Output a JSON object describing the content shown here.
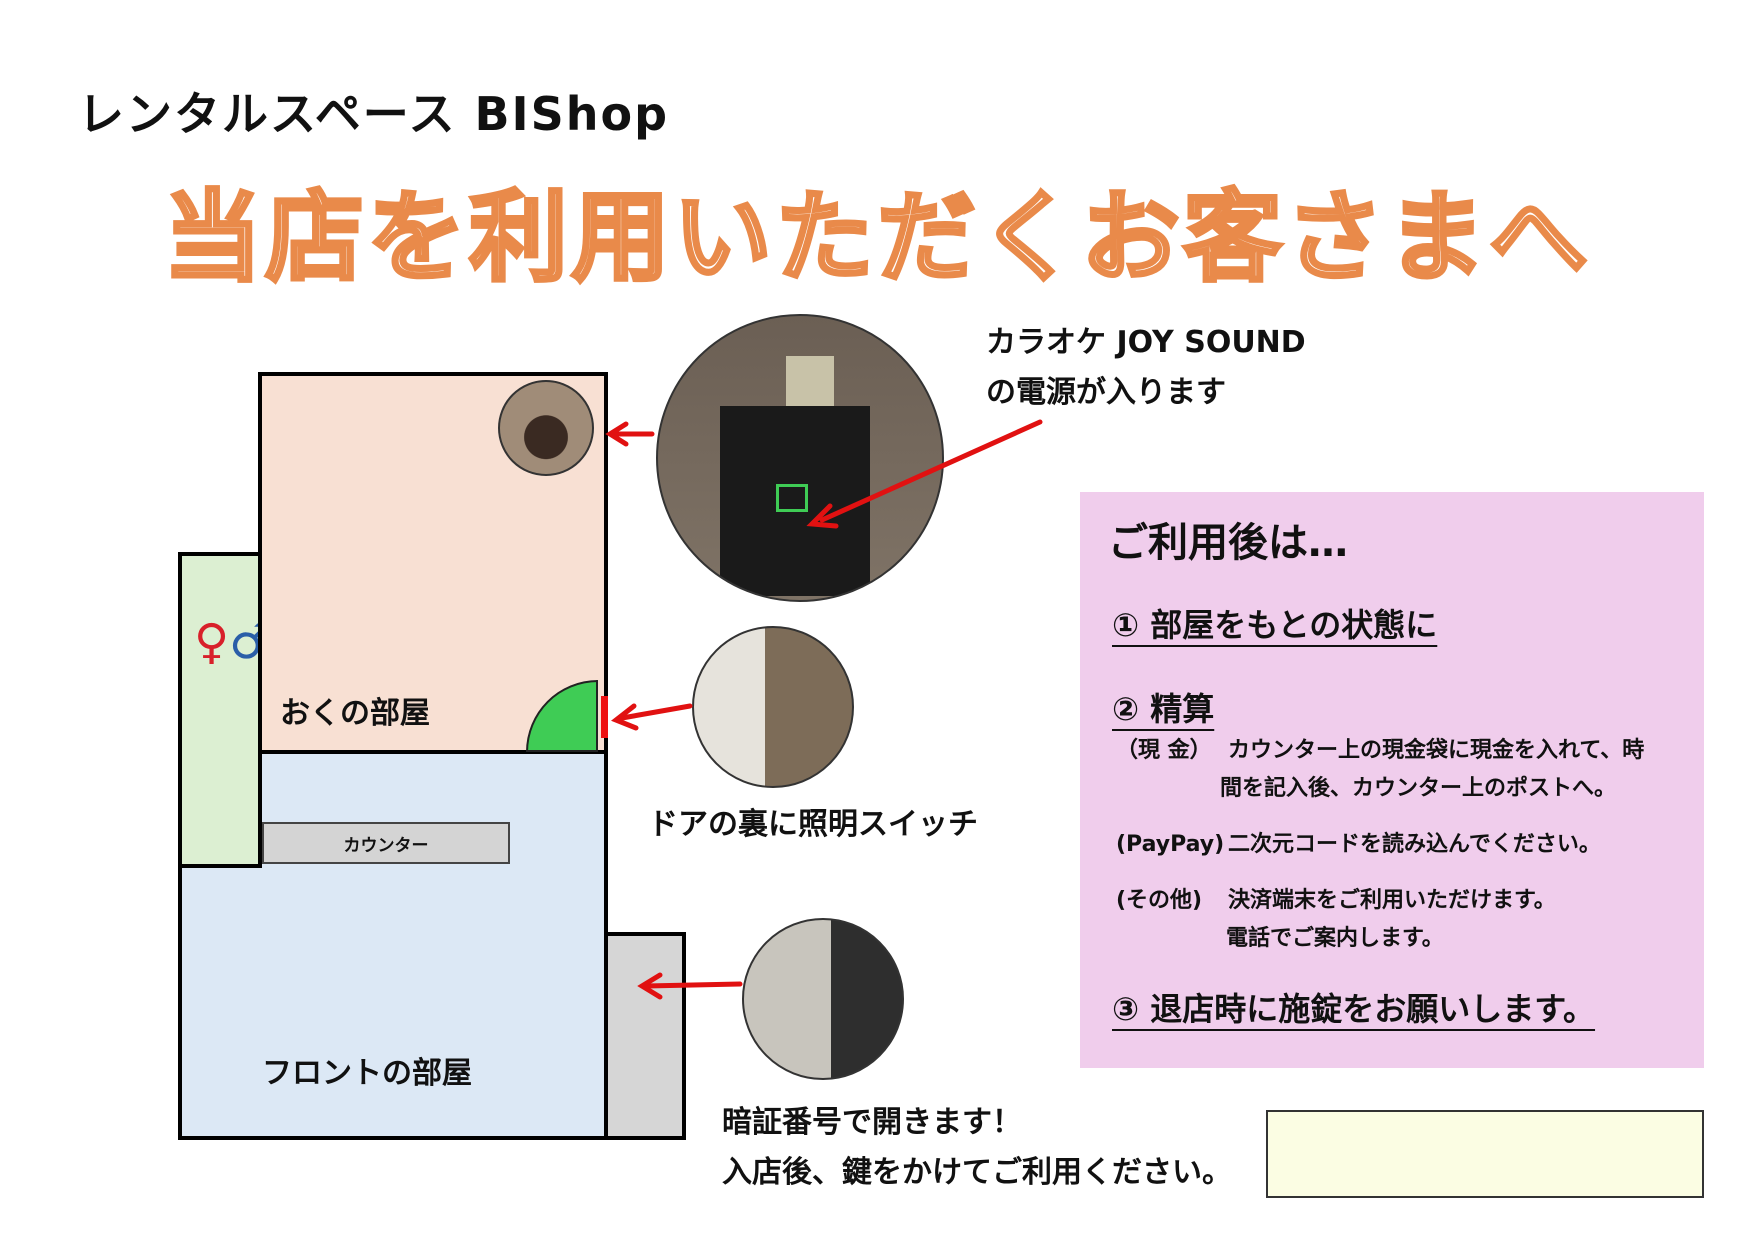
{
  "header": {
    "brand": "レンタルスペース BIShop",
    "headline": "当店を利用いただくお客さまへ"
  },
  "floor_plan": {
    "back_room_label": "おくの部屋",
    "front_room_label": "フロントの部屋",
    "counter_label": "カウンター",
    "toilet_icon": "restroom-icon"
  },
  "callouts": {
    "karaoke_line1": "カラオケ JOY SOUND",
    "karaoke_line2": "の電源が入ります",
    "door_switch": "ドアの裏に照明スイッチ",
    "lock_line1": "暗証番号で開きます！",
    "lock_line2": "入店後、鍵をかけてご利用ください。"
  },
  "after_use": {
    "title": "ご利用後は…",
    "step1": "① 部屋をもとの状態に",
    "step2": "② 精算",
    "cash_label": "（現 金）",
    "cash_text_1": "カウンター上の現金袋に現金を入れて、時",
    "cash_text_2": "間を記入後、カウンター上のポストへ。",
    "paypay_label": "(PayPay)",
    "paypay_text": "二次元コードを読み込んでください。",
    "other_label": "(その他)",
    "other_text_1": "決済端末をご利用いただけます。",
    "other_text_2": "電話でご案内します。",
    "step3": "③ 退店時に施錠をお願いします。"
  },
  "colors": {
    "headline_stroke": "#e98a4a",
    "arrow": "#e11111",
    "info_bg": "#f0cdec"
  }
}
